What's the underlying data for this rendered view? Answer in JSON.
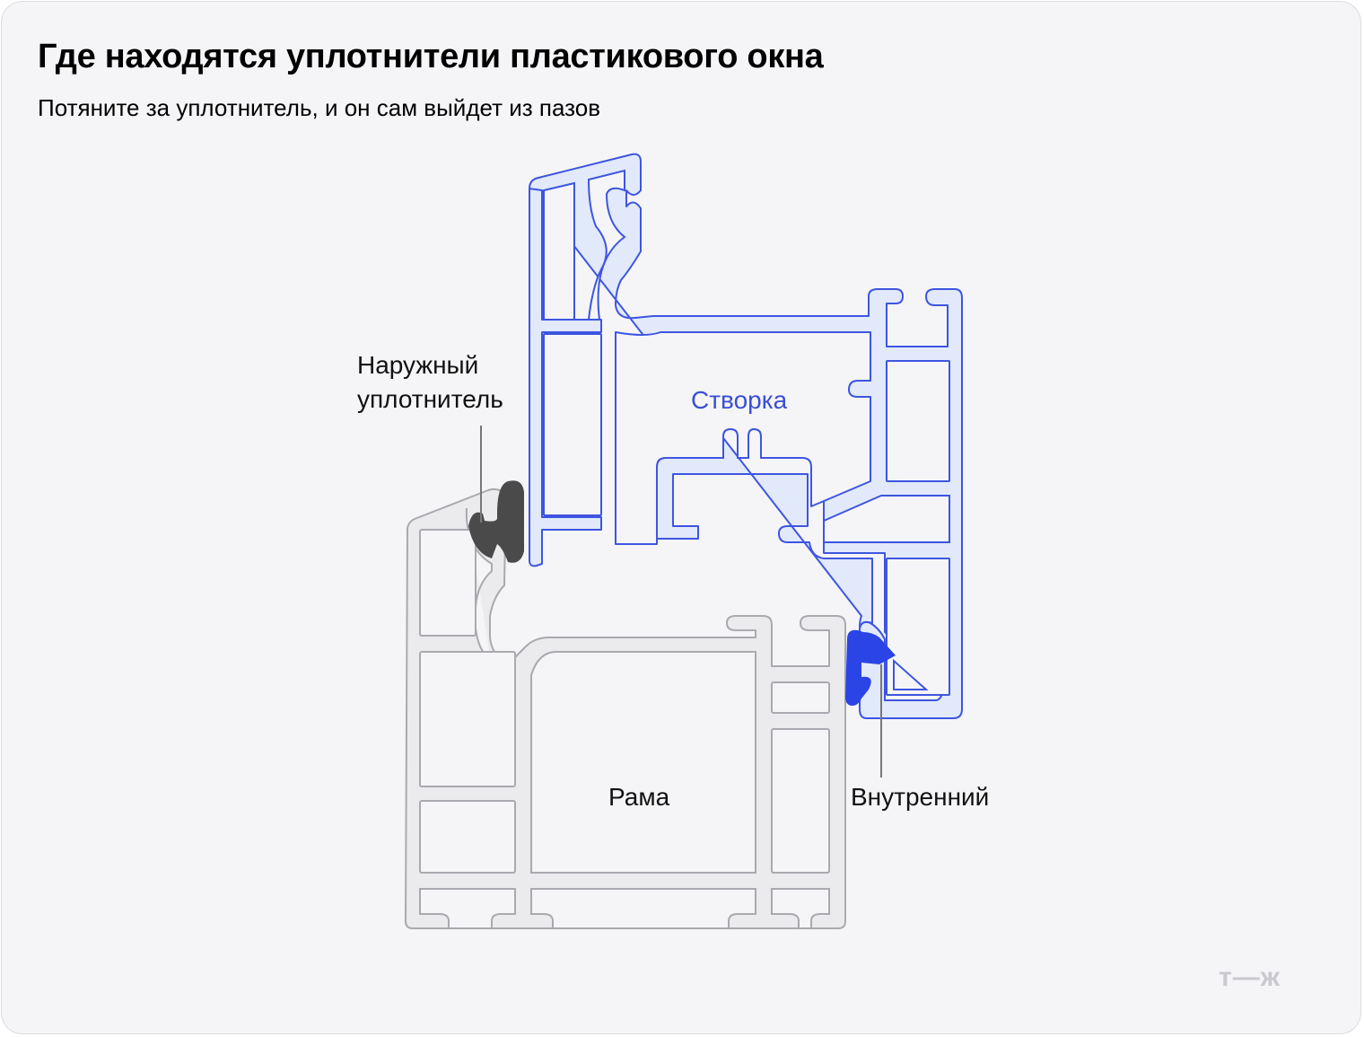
{
  "header": {
    "title": "Где находятся уплотнители пластикового окна",
    "subtitle": "Потяните за уплотнитель, и он сам выйдет из пазов"
  },
  "labels": {
    "outer_seal_line1": "Наружный",
    "outer_seal_line2": "уплотнитель",
    "sash": "Створка",
    "frame": "Рама",
    "inner_seal": "Внутренний"
  },
  "brand": "т—ж",
  "colors": {
    "background": "#f5f5f7",
    "frame_fill": "#ebebee",
    "frame_stroke": "#a9a9af",
    "sash_fill": "#e1e9fb",
    "sash_stroke": "#3e55e0",
    "outer_seal": "#4a4a4a",
    "inner_seal": "#2b44e6",
    "leader_line": "#777777"
  }
}
